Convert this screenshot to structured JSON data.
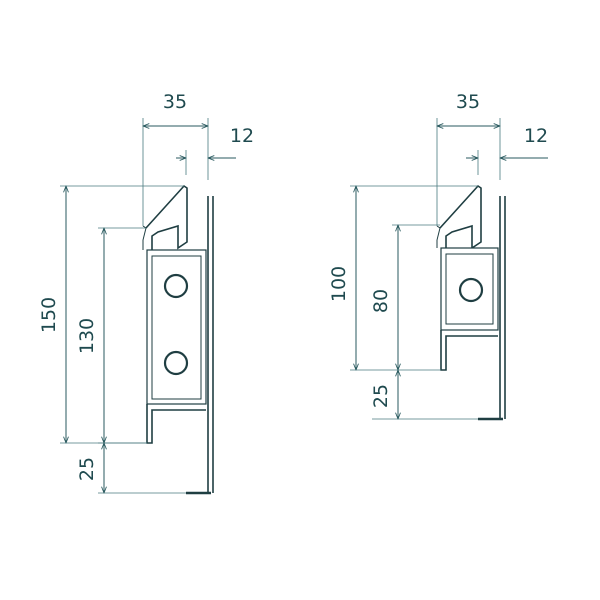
{
  "colors": {
    "line": "#1f3e42",
    "dimension": "#2a5a5f",
    "text": "#1f4a4f",
    "background": "#ffffff"
  },
  "profiles": [
    {
      "name": "large-profile",
      "width_top": "35",
      "offset_top": "12",
      "total_height": "150",
      "inner_height": "130",
      "base_height": "25",
      "holes": 2
    },
    {
      "name": "small-profile",
      "width_top": "35",
      "offset_top": "12",
      "total_height": "100",
      "inner_height": "80",
      "base_height": "25",
      "holes": 1
    }
  ]
}
